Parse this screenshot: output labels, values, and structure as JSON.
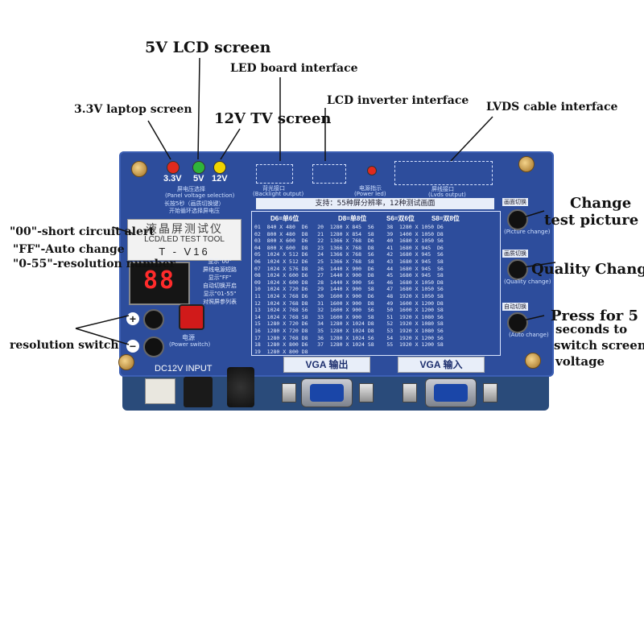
{
  "callouts": {
    "lcd_5v": "5V LCD screen",
    "led_board": "LED board interface",
    "laptop_33v": "3.3V laptop screen",
    "tv_12v": "12V TV screen",
    "lcd_inverter": "LCD inverter interface",
    "lvds": "LVDS cable interface",
    "change_test_1": "Change",
    "change_test_2": "test picture",
    "short_alert": "\"00\"-short circuit alert",
    "ff_auto": "\"FF\"-Auto change",
    "resolution_number": "\"0-55\"-resolution number",
    "quality_change": "Quality Change",
    "press_1": "Press for 5",
    "press_2": "seconds to",
    "press_3": "switch screen",
    "press_4": "voltage",
    "resolution_switch": "resolution switch"
  },
  "board": {
    "voltages": [
      "3.3V",
      "5V",
      "12V"
    ],
    "panel_voltage_zh": "屏电压选择",
    "panel_voltage_en": "(Panel voltage selection)",
    "hold_note_1": "长按5秒（画质切换键）",
    "hold_note_2": "开始循环选择屏电压",
    "backlight_zh": "背光接口",
    "backlight_en": "(Backlight output)",
    "power_led_zh": "电源指示",
    "power_led_en": "(Power led)",
    "lvds_zh": "屏线接口",
    "lvds_en": "(Lvds output)",
    "title_zh": "液晶屏测试仪",
    "title_en": "LCD/LED TEST TOOL",
    "title_ver": "T - V16",
    "display_value": "88",
    "info_lines": [
      "显示\"00\"",
      "屏线电源短路",
      "显示\"FF\"",
      "自动切换开启",
      "显示\"01-55\"",
      "对照屏参列表"
    ],
    "power_zh": "电源",
    "power_en": "(Power switch)",
    "dc_label": "DC12V INPUT",
    "support_text": "支持：55种屏分辨率，12种测试画面",
    "col_heads": [
      "D6=单6位",
      "D8=单8位",
      "S6=双6位",
      "S8=双8位"
    ],
    "picture_change_zh": "画面切换",
    "picture_change_en": "(Picture change)",
    "quality_change_zh": "画质切换",
    "quality_change_en": "(Quality change)",
    "auto_change_zh": "自动切换",
    "auto_change_en": "(Auto change)",
    "vga_out": "VGA 输出",
    "vga_in": "VGA 输入",
    "rows": [
      "01  840 X 480  D6   20  1280 X 845  S6    38  1280 X 1050 D6",
      "02  800 X 480  D8   21  1280 X 854  S8    39  1400 X 1050 D8",
      "03  800 X 600  D6   22  1366 X 768  D6    40  1680 X 1050 S6",
      "04  800 X 600  D8   23  1366 X 768  D8    41  1680 X 945  D6",
      "05  1024 X 512 D6   24  1366 X 768  S6    42  1680 X 945  S6",
      "06  1024 X 512 D6   25  1366 X 768  S8    43  1680 X 945  S8",
      "07  1024 X 576 D8   26  1440 X 900  D6    44  1680 X 945  S6",
      "08  1024 X 600 D6   27  1440 X 900  D8    45  1680 X 945  S8",
      "09  1024 X 600 D8   28  1440 X 900  S6    46  1680 X 1050 D8",
      "10  1024 X 720 D6   29  1440 X 900  S8    47  1680 X 1050 S6",
      "11  1024 X 768 D6   30  1600 X 900  D6    48  1920 X 1050 S8",
      "12  1024 X 768 D8   31  1600 X 900  D8    49  1600 X 1200 D8",
      "13  1024 X 768 S6   32  1600 X 900  S6    50  1600 X 1200 S8",
      "14  1024 X 768 S8   33  1600 X 900  S8    51  1920 X 1080 S6",
      "15  1280 X 720 D6   34  1280 X 1024 D8    52  1920 X 1080 S8",
      "16  1280 X 720 D8   35  1280 X 1024 D8    53  1920 X 1080 S6",
      "17  1280 X 768 D8   36  1280 X 1024 S6    54  1920 X 1200 S6",
      "18  1280 X 800 D6   37  1280 X 1024 S8    55  1920 X 1200 S8",
      "19  1280 X 800 D8"
    ]
  },
  "colors": {
    "board": "#2d4d9c",
    "led_red": "#e02a1d",
    "led_green": "#2fb43a",
    "led_yellow": "#f0d400",
    "display_red": "#ff2b2b"
  }
}
